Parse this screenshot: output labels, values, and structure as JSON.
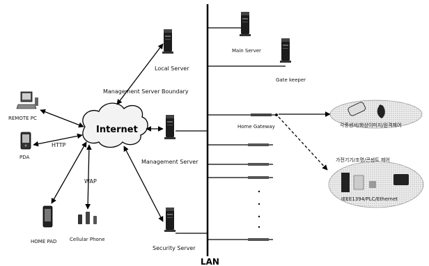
{
  "labels": {
    "local_server": "Local Server",
    "main_server": "Main Server",
    "gate_keeper": "Gate keeper",
    "boundary": "Management Server Boundary",
    "internet": "Internet",
    "management_server": "Management Server",
    "security_server": "Security Server",
    "lan": "LAN",
    "home_gateway": "Home Gateway",
    "remote_pc": "REMOTE PC",
    "http": "HTTP",
    "pda": "PDA",
    "wap": "WAP",
    "home_pad": "HOME PAD",
    "cellular_phone": "Cellular Phone",
    "sensors": "각종센서/화상이미지/원격제어",
    "appliances": "가전기기/조명/콘센트 제어",
    "network_types": "IEEE1394/PLC/Ethernet"
  },
  "colors": {
    "line": "#000000",
    "cloud_fill": "#f3f3f3",
    "blob_fill": "#e9e9e9"
  }
}
